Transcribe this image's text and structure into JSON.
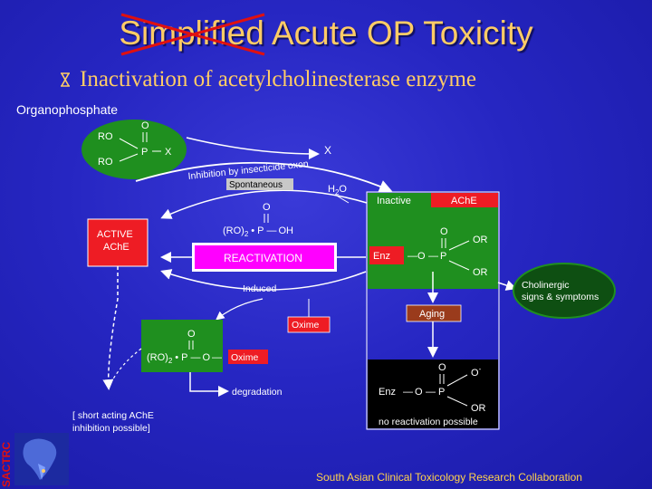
{
  "title": "Simplified Acute OP Toxicity",
  "subtitle": "Inactivation of acetylcholinesterase enzyme",
  "organophosphate_label": "Organophosphate",
  "organophosphate": {
    "ro_top": "RO",
    "ro_bottom": "RO",
    "o": "O",
    "p": "P",
    "x": "X"
  },
  "leaving_group": "X",
  "inhibition_label": "Inhibition by insecticide oxon",
  "spontaneous_label": "Spontaneous",
  "water_label": "H2O",
  "water_h": "H",
  "water_sub": "2",
  "water_o": "O",
  "dephos": {
    "o": "O",
    "ro2": "(RO)",
    "sub": "2",
    "dot": "•",
    "p": "P",
    "oh": "OH"
  },
  "reactivation_label": "REACTIVATION",
  "active_ache": {
    "line1": "ACTIVE",
    "line2": "AChE"
  },
  "induced_label": "Induced",
  "oxime_label": "Oxime",
  "oxime_complex": {
    "o": "O",
    "ro2": "(RO)",
    "sub": "2",
    "dot": "•",
    "p": "P",
    "o2": "O",
    "oxime": "Oxime"
  },
  "degradation_label": "degradation",
  "short_acting": {
    "line1": "[ short acting AChE",
    "line2": "inhibition possible]"
  },
  "inactive_label": "Inactive",
  "ache_label": "AChE",
  "enz_complex": {
    "enz": "Enz",
    "o": "O",
    "p": "P",
    "o_top": "O",
    "or_top": "OR",
    "or_bottom": "OR"
  },
  "aging_label": "Aging",
  "aged_complex": {
    "enz": "Enz",
    "o": "O",
    "p": "P",
    "o_top": "O",
    "o_minus": "O",
    "minus": "-",
    "or_bottom": "OR"
  },
  "no_reactivation_label": "no reactivation possible",
  "cholinergic": {
    "line1": "Cholinergic",
    "line2": "signs & symptoms"
  },
  "logo_text": "SACTRC",
  "footer": "South Asian Clinical Toxicology Research Collaboration",
  "colors": {
    "title": "#ffcc66",
    "green": "#1f8f1f",
    "red": "#ee1c24",
    "magenta": "#ff00ff",
    "brown": "#9a3b1c",
    "dark_green": "#0e4f12"
  }
}
